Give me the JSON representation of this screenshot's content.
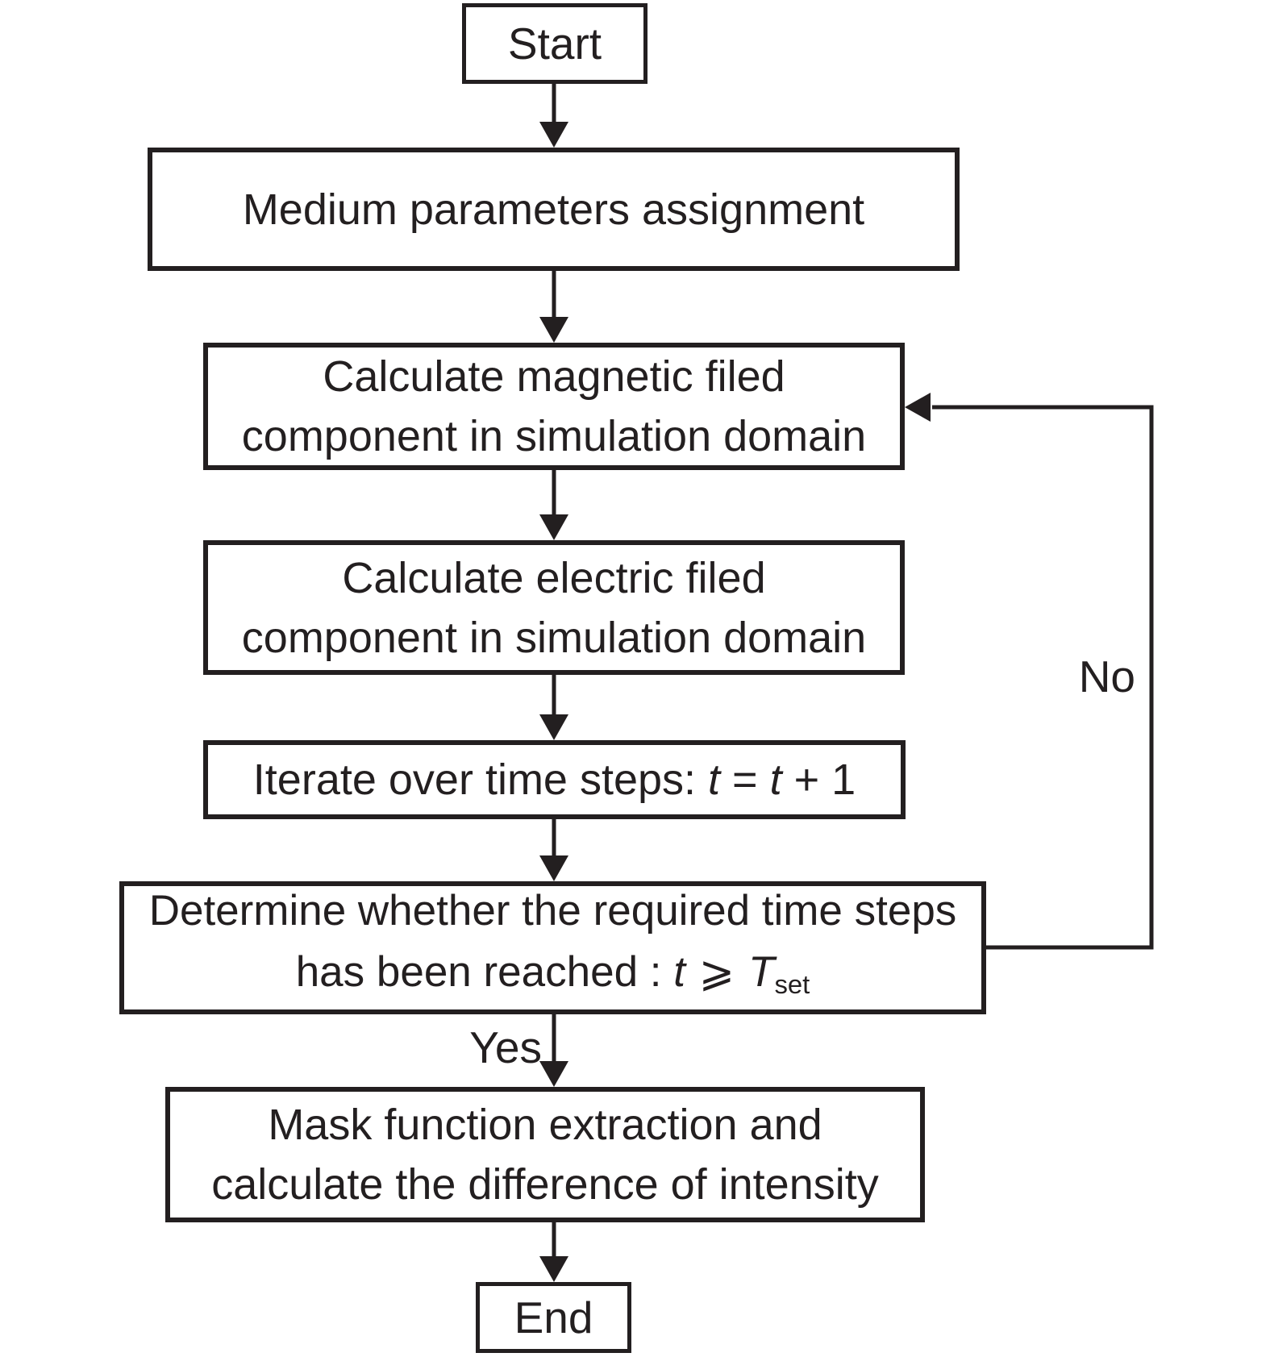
{
  "colors": {
    "ink": "#231f20",
    "background": "#ffffff"
  },
  "nodes": {
    "start": {
      "label": "Start"
    },
    "medium": {
      "label": "Medium parameters assignment"
    },
    "magnetic": {
      "line1": "Calculate magnetic filed",
      "line2": "component in simulation domain"
    },
    "electric": {
      "line1": "Calculate electric filed",
      "line2": "component in simulation domain"
    },
    "iterate": {
      "prefix": "Iterate over time steps: ",
      "var1": "t",
      "equals": " = ",
      "var2": "t",
      "suffix": " + 1"
    },
    "decision": {
      "line1": "Determine whether the required time steps",
      "line2_prefix": "has been reached : ",
      "var": "t",
      "operator": " ⩾ ",
      "threshold_symbol": "T",
      "threshold_subscript": "set"
    },
    "mask": {
      "line1": "Mask function extraction and",
      "line2": "calculate the difference of intensity"
    },
    "end": {
      "label": "End"
    }
  },
  "edges": {
    "yes_label": "Yes",
    "no_label": "No"
  }
}
